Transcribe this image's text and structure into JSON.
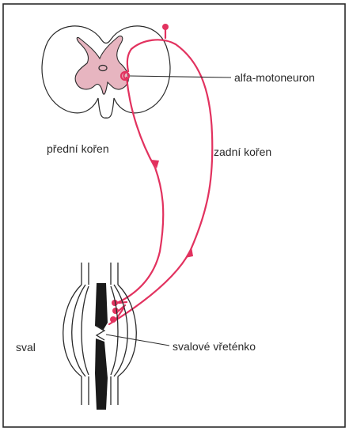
{
  "labels": {
    "motoneuron": "alfa-motoneuron",
    "anterior_root": "přední kořen",
    "posterior_root": "zadní kořen",
    "muscle": "sval",
    "muscle_spindle": "svalové vřeténko"
  },
  "colors": {
    "nerve": "#e2325f",
    "grey_matter": "#e7b5c0",
    "outline": "#2a2a2a",
    "spindle": "#1a1a1a"
  }
}
